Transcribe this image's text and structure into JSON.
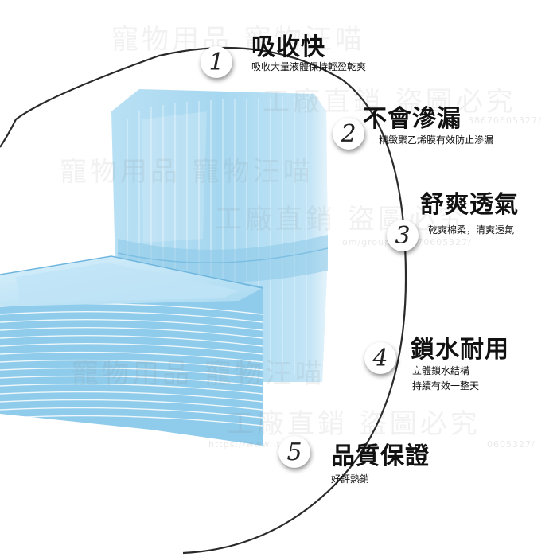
{
  "watermarks": {
    "line1": "寵物用品 寵物汪喵",
    "line2": "工廠直銷 盜圖必究",
    "line3": "寵物用品 寵物汪喵",
    "line4": "工廠直銷 盜圖必究",
    "line5": "寵物用品 寵物汪喵",
    "line6": "工廠直銷 盜圖必究",
    "url1": "38670605327/",
    "url2": "om/group/ 38670605327/",
    "url3": "https://www. t",
    "url4": "0605327/"
  },
  "features": [
    {
      "number": "1",
      "title": "吸收快",
      "desc": [
        "吸收大量液體保持輕盈乾爽"
      ]
    },
    {
      "number": "2",
      "title": "不會滲漏",
      "desc": [
        "精緻聚乙烯膜有效防止滲漏"
      ]
    },
    {
      "number": "3",
      "title": "舒爽透氣",
      "desc": [
        "乾爽棉柔，清爽透氣"
      ]
    },
    {
      "number": "4",
      "title": "鎖水耐用",
      "desc": [
        "立體鎖水結構",
        "持續有效一整天"
      ]
    },
    {
      "number": "5",
      "title": "品質保證",
      "desc": [
        "好評熱銷"
      ]
    }
  ],
  "colors": {
    "pad_blue": "#9fd4ef",
    "pad_light": "#d6eefa",
    "pad_edge": "#6fb6de",
    "arc": "#2a2a2a"
  }
}
